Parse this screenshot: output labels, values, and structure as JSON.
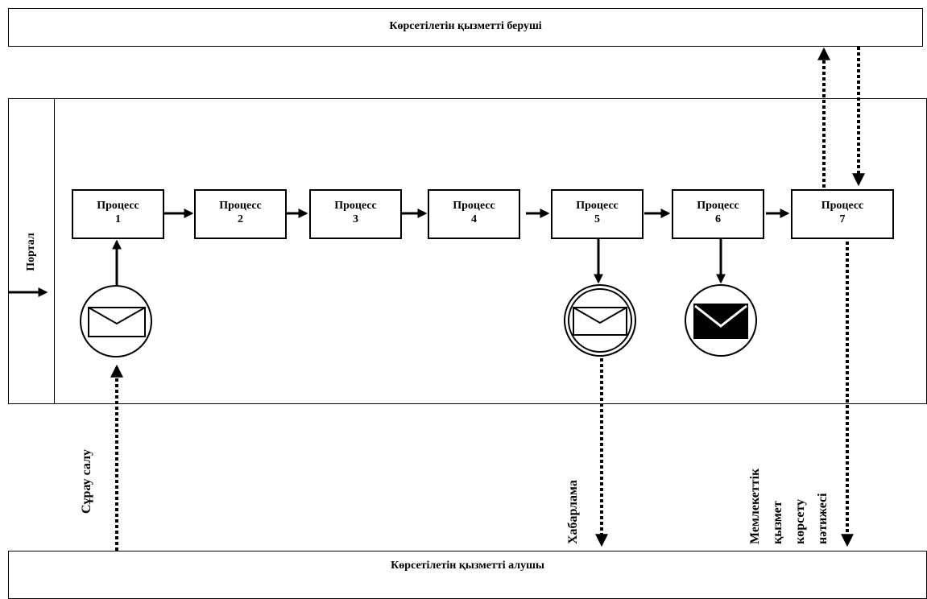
{
  "provider_lane": {
    "title": "Көрсетілетін қызметті беруші"
  },
  "portal_lane": {
    "label": "Портал"
  },
  "recipient_lane": {
    "title": "Көрсетілетін қызметті алушы"
  },
  "processes": [
    {
      "label": "Процесс",
      "number": "1"
    },
    {
      "label": "Процесс",
      "number": "2"
    },
    {
      "label": "Процесс",
      "number": "3"
    },
    {
      "label": "Процесс",
      "number": "4"
    },
    {
      "label": "Процесс",
      "number": "5"
    },
    {
      "label": "Процесс",
      "number": "6"
    },
    {
      "label": "Процесс",
      "number": "7"
    }
  ],
  "flow_labels": {
    "request": "Сұрау салу",
    "notification": "Хабарлама",
    "result_lines": [
      "Мемлекеттік",
      "қызмет",
      "көрсету",
      "нәтижесі"
    ]
  },
  "colors": {
    "stroke": "#000000",
    "background": "#ffffff"
  }
}
